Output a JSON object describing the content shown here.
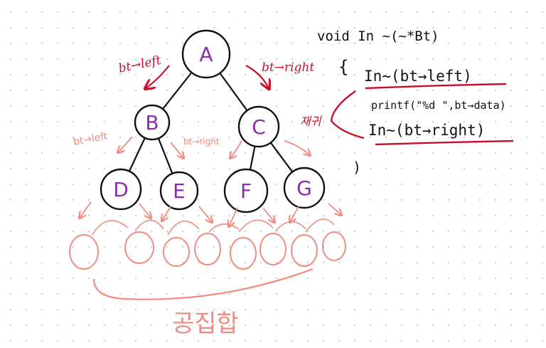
{
  "tree": {
    "nodes": [
      {
        "id": "A",
        "label": "A"
      },
      {
        "id": "B",
        "label": "B"
      },
      {
        "id": "C",
        "label": "C"
      },
      {
        "id": "D",
        "label": "D"
      },
      {
        "id": "E",
        "label": "E"
      },
      {
        "id": "F",
        "label": "F"
      },
      {
        "id": "G",
        "label": "G"
      }
    ],
    "edges": [
      [
        "A",
        "B"
      ],
      [
        "A",
        "C"
      ],
      [
        "B",
        "D"
      ],
      [
        "B",
        "E"
      ],
      [
        "C",
        "F"
      ],
      [
        "C",
        "G"
      ]
    ]
  },
  "annotations": {
    "root_left": "bt→left",
    "root_right": "bt→right",
    "b_left": "bt→left",
    "b_right": "bt→right",
    "recursion": "재귀",
    "empty_set": "공집합"
  },
  "code": {
    "signature": "void In ~(~*Bt)",
    "open_brace": "{",
    "line1": "In~(bt→left)",
    "line2": "printf(\"%d \",bt→data)",
    "line3": "In~(bt→right)",
    "close_brace": ")"
  },
  "colors": {
    "node_label": "#8a2fa6",
    "annotation_red": "#c8102e",
    "empty_pink": "#f28b82",
    "line_black": "#111111"
  }
}
